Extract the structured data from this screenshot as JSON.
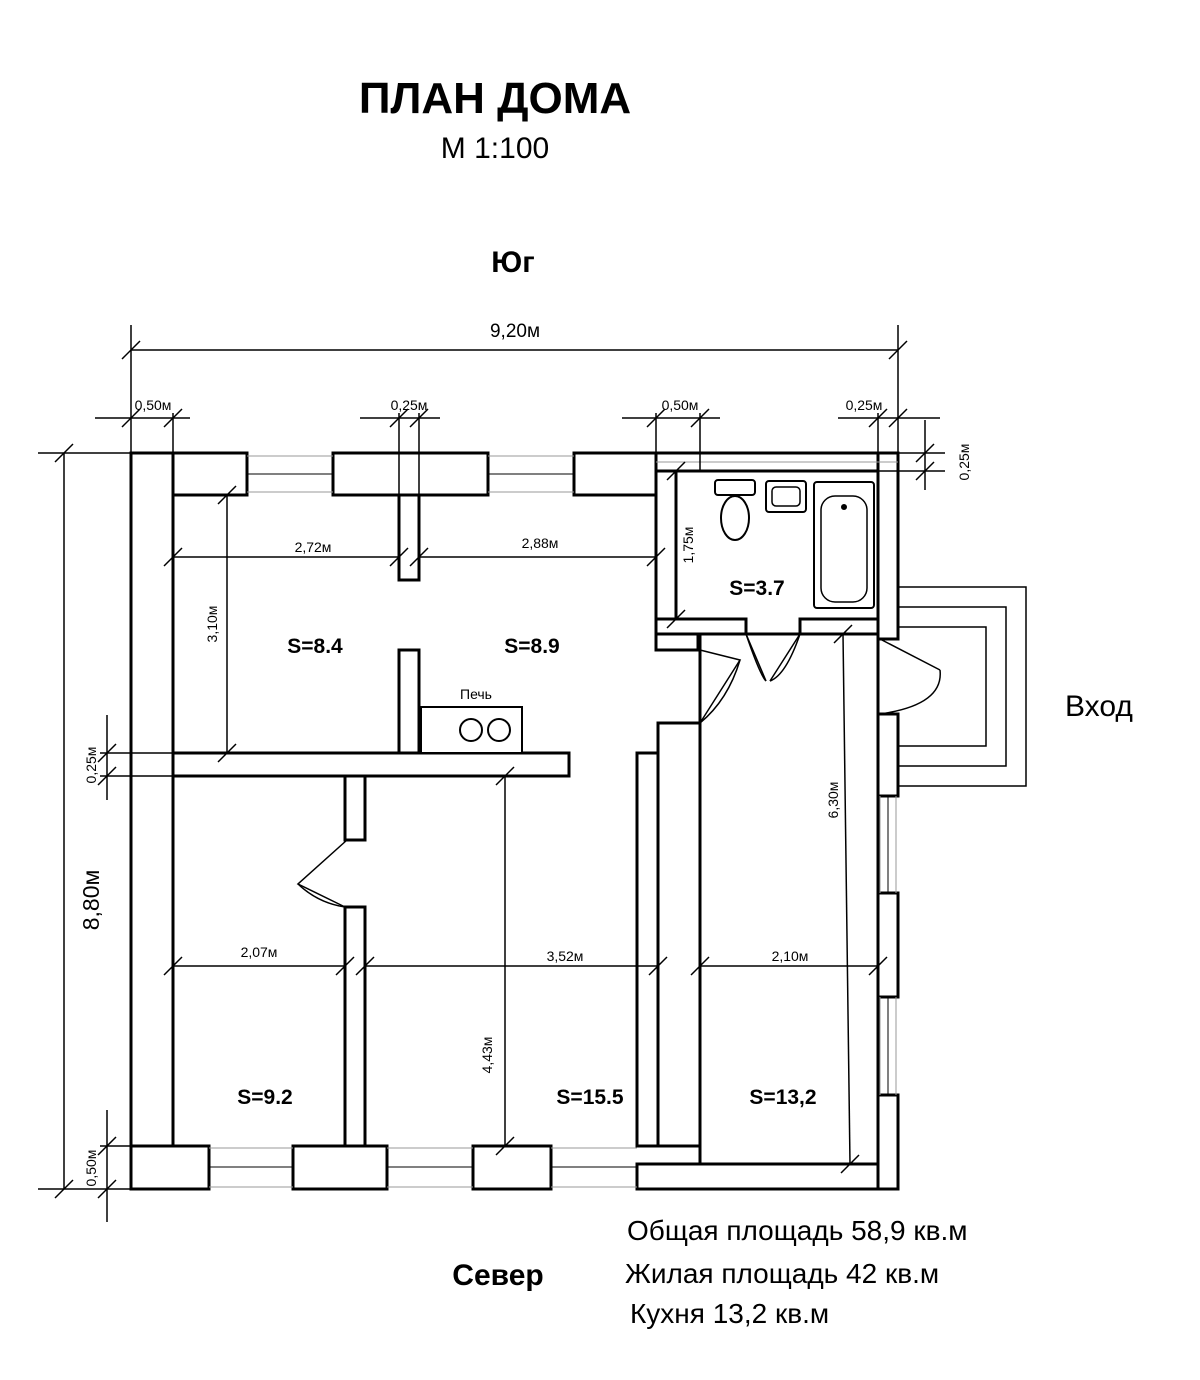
{
  "title": "ПЛАН ДОМА",
  "scale": "М 1:100",
  "south": "Юг",
  "north": "Север",
  "entrance": "Вход",
  "stove": "Печь",
  "dimensions": {
    "total_width": "9,20м",
    "total_height": "8,80м",
    "wall_050_left": "0,50м",
    "wall_025_mid": "0,25м",
    "wall_050_bath": "0,50м",
    "wall_025_right": "0,25м",
    "wall_025_top_right": "0,25м",
    "room1_width": "2,72м",
    "room2_width": "2,88м",
    "room1_height": "3,10м",
    "bath_height": "1,75м",
    "wall_025_left": "0,25м",
    "room3_width": "2,07м",
    "room4_width": "3,52м",
    "room5_width": "2,10м",
    "room4_height": "4,43м",
    "room5_height": "6,30м",
    "wall_050_bottom": "0,50м"
  },
  "areas": {
    "room1": "S=8.4",
    "room2": "S=8.9",
    "bath": "S=3.7",
    "room3": "S=9.2",
    "room4": "S=15.5",
    "room5": "S=13,2"
  },
  "summary": {
    "total": "Общая площадь 58,9 кв.м",
    "living": "Жилая площадь 42 кв.м",
    "kitchen": "Кухня 13,2 кв.м"
  }
}
